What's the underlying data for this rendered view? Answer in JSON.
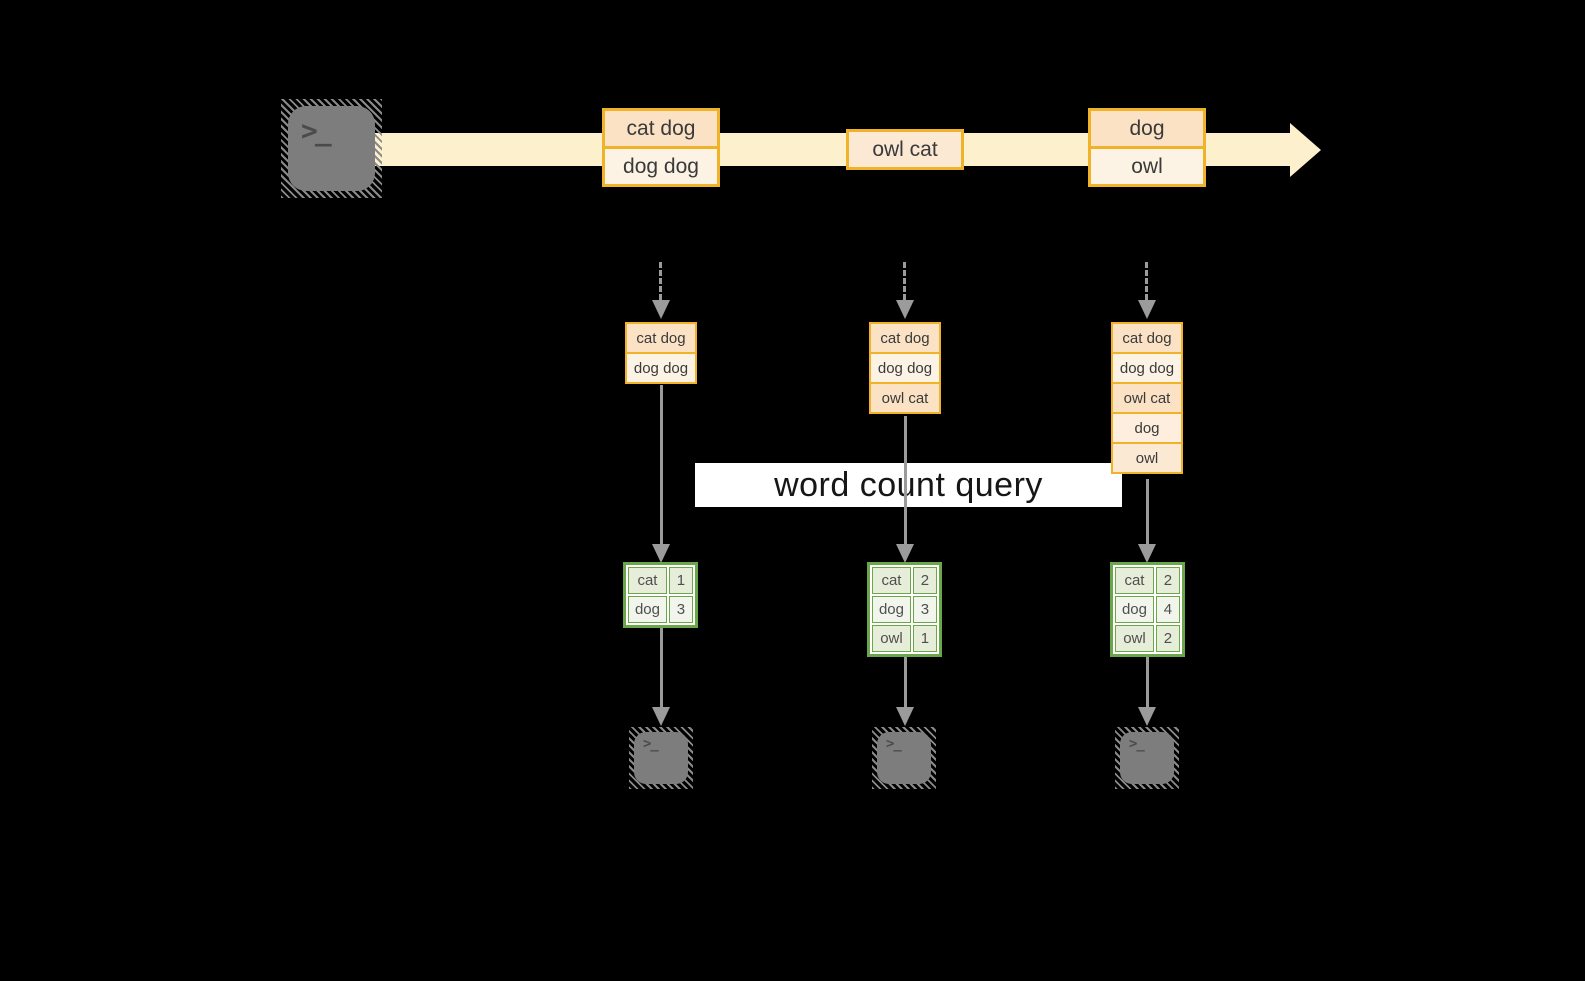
{
  "query_label": "word count query",
  "terminal_glyph": ">_",
  "colors": {
    "background": "#000000",
    "stream_band": "#fcf0cd",
    "box_border": "#f0b226",
    "box_fill_peach": "#fbe2c4",
    "box_fill_cream": "#fdf3e5",
    "box_fill_mid": "#fbe9d4",
    "box_fill_mid_light": "#fdeede",
    "table_border": "#6ba64b",
    "table_cell_dark": "#e6eeda",
    "table_cell_light": "#f1f5ec",
    "arrow_gray": "#9b9b9b",
    "terminal_gray": "#7d7d7d",
    "query_band_bg": "#ffffff"
  },
  "timeline": {
    "groups": [
      {
        "messages": [
          "cat dog",
          "dog dog"
        ]
      },
      {
        "messages": [
          "owl cat"
        ]
      },
      {
        "messages": [
          "dog",
          "owl"
        ]
      }
    ]
  },
  "columns": [
    {
      "buffer": [
        "cat dog",
        "dog dog"
      ],
      "counts": [
        {
          "word": "cat",
          "count": 1
        },
        {
          "word": "dog",
          "count": 3
        }
      ]
    },
    {
      "buffer": [
        "cat dog",
        "dog dog",
        "owl cat"
      ],
      "counts": [
        {
          "word": "cat",
          "count": 2
        },
        {
          "word": "dog",
          "count": 3
        },
        {
          "word": "owl",
          "count": 1
        }
      ]
    },
    {
      "buffer": [
        "cat dog",
        "dog dog",
        "owl cat",
        "dog",
        "owl"
      ],
      "counts": [
        {
          "word": "cat",
          "count": 2
        },
        {
          "word": "dog",
          "count": 4
        },
        {
          "word": "owl",
          "count": 2
        }
      ]
    }
  ]
}
